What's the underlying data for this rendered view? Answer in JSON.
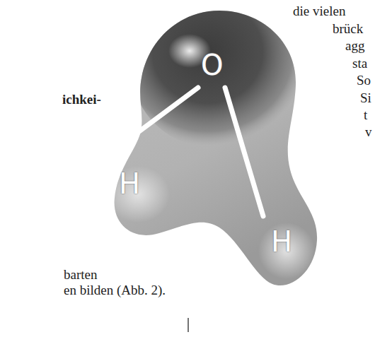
{
  "diagram": {
    "labels": [
      "ichkei-",
      "barten",
      "en bilden (Abb. 2).",
      "die vielen",
      "brück",
      "agg",
      "sta",
      "So",
      "Si",
      "t",
      "v",
      "O",
      "H",
      "H"
    ]
  }
}
